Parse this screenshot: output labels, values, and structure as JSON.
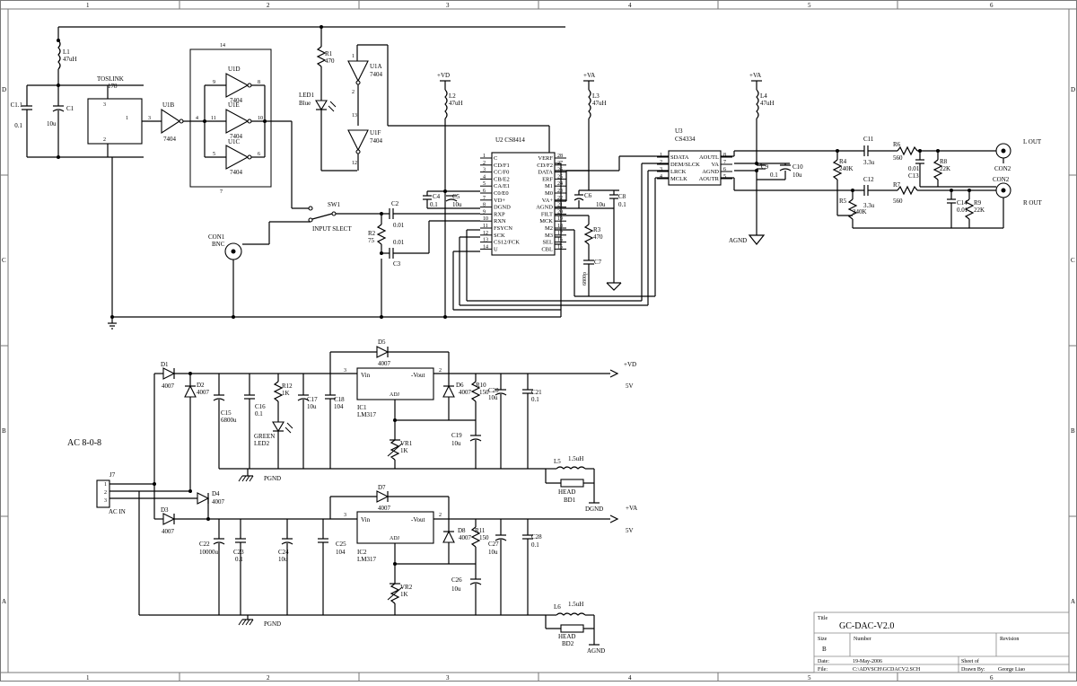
{
  "title_block": {
    "title_label": "Title",
    "title": "GC-DAC-V2.0",
    "size_label": "Size",
    "size": "B",
    "number_label": "Number",
    "revision_label": "Revision",
    "date_label": "Date:",
    "date": "19-May-2006",
    "sheet_label": "Sheet   of",
    "file_label": "File:",
    "file": "C:\\ADVSCH\\GCDACV2.SCH",
    "drawn_label": "Drawn By:",
    "drawn": "George Liao"
  },
  "border": {
    "columns": [
      "1",
      "2",
      "3",
      "4",
      "5",
      "6"
    ],
    "rows": [
      "D",
      "C",
      "B",
      "A"
    ]
  },
  "components": {
    "toslink": {
      "name": "TOSLINK",
      "number": "178",
      "pin3": "3",
      "pin1": "1",
      "pin2": "2"
    },
    "u1b": {
      "name": "U1B",
      "part": "7404",
      "pin3": "3",
      "pin4": "4"
    },
    "u1d": {
      "name": "U1D",
      "part": "7404",
      "pin9": "9",
      "pin8": "8"
    },
    "u1e": {
      "name": "U1E",
      "part": "7404",
      "pin11": "11",
      "pin10": "10"
    },
    "u1c": {
      "name": "U1C",
      "part": "7404",
      "pin5": "5",
      "pin6": "6"
    },
    "u1a": {
      "name": "U1A",
      "part": "7404",
      "pin1": "1",
      "pin2": "2"
    },
    "u1f": {
      "name": "U1F",
      "part": "7404",
      "pin13": "13",
      "pin12": "12"
    },
    "inv_pin14": "14",
    "inv_pin7": "7",
    "l1": {
      "name": "L1",
      "value": "47uH"
    },
    "c11": {
      "name": "C1.1",
      "value": "0.1"
    },
    "c1": {
      "name": "C1",
      "value": "10u"
    },
    "r1": {
      "name": "R1",
      "value": "470"
    },
    "led1": {
      "name": "LED1",
      "value": "Blue"
    },
    "sw1": {
      "name": "SW1",
      "label": "INPUT SLECT"
    },
    "con1": {
      "name": "CON1",
      "type": "BNC"
    },
    "r2": {
      "name": "R2",
      "value": "75"
    },
    "c2": {
      "name": "C2",
      "value": "0.01"
    },
    "c3": {
      "name": "C3",
      "value": "0.01"
    },
    "vd": "+VD",
    "va": "+VA",
    "l2": {
      "name": "L2",
      "value": "47uH"
    },
    "l3": {
      "name": "L3",
      "value": "47uH"
    },
    "l4": {
      "name": "L4",
      "value": "47uH"
    },
    "u2": {
      "name": "U2 CS8414",
      "left_pins": [
        {
          "n": "1",
          "label": "C"
        },
        {
          "n": "2",
          "label": "CD/F1"
        },
        {
          "n": "3",
          "label": "CC/F0"
        },
        {
          "n": "4",
          "label": "CB/E2"
        },
        {
          "n": "5",
          "label": "CA/E1"
        },
        {
          "n": "6",
          "label": "C0/E0"
        },
        {
          "n": "7",
          "label": "VD+"
        },
        {
          "n": "8",
          "label": "DGND"
        },
        {
          "n": "9",
          "label": "RXP"
        },
        {
          "n": "10",
          "label": "RXN"
        },
        {
          "n": "11",
          "label": "FSYCN"
        },
        {
          "n": "12",
          "label": "SCK"
        },
        {
          "n": "13",
          "label": "CS12/FCK"
        },
        {
          "n": "14",
          "label": "U"
        }
      ],
      "right_pins": [
        {
          "n": "28",
          "label": "VERF"
        },
        {
          "n": "27",
          "label": "CD/F2"
        },
        {
          "n": "26",
          "label": "DATA"
        },
        {
          "n": "25",
          "label": "ERF"
        },
        {
          "n": "24",
          "label": "M1"
        },
        {
          "n": "23",
          "label": "M0"
        },
        {
          "n": "22",
          "label": "VA+"
        },
        {
          "n": "21",
          "label": "AGND"
        },
        {
          "n": "20",
          "label": "FILT"
        },
        {
          "n": "19",
          "label": "MCK"
        },
        {
          "n": "18",
          "label": "M2"
        },
        {
          "n": "17",
          "label": "M3"
        },
        {
          "n": "16",
          "label": "SEL"
        },
        {
          "n": "15",
          "label": "CBL"
        }
      ]
    },
    "c4": {
      "name": "C4",
      "value": "0.1"
    },
    "c5": {
      "name": "C5",
      "value": "10u"
    },
    "c6": {
      "name": "C6",
      "value": "10u"
    },
    "c8": {
      "name": "C8",
      "value": "0.1"
    },
    "r3": {
      "name": "R3",
      "value": "470"
    },
    "c7": {
      "name": "C7",
      "value": "6800p"
    },
    "u3": {
      "name": "U3",
      "part": "CS4334",
      "left_pins": [
        {
          "n": "1",
          "label": "SDATA"
        },
        {
          "n": "2",
          "label": "DEM/SLCK"
        },
        {
          "n": "3",
          "label": "LRCK"
        },
        {
          "n": "4",
          "label": "MCLK"
        }
      ],
      "right_pins": [
        {
          "n": "8",
          "label": "AOUTL"
        },
        {
          "n": "7",
          "label": "VA"
        },
        {
          "n": "6",
          "label": "AGND"
        },
        {
          "n": "5",
          "label": "AOUTR"
        }
      ]
    },
    "c9": {
      "name": "C9",
      "value": "0.1"
    },
    "c10": {
      "name": "C10",
      "value": "10u"
    },
    "agnd": "AGND",
    "c11o": {
      "name": "C11",
      "value": "3.3u"
    },
    "c12": {
      "name": "C12",
      "value": "3.3u"
    },
    "r6": {
      "name": "R6",
      "value": "560"
    },
    "r7": {
      "name": "R7",
      "value": "560"
    },
    "r4": {
      "name": "R4",
      "value": "240K"
    },
    "r5": {
      "name": "R5",
      "value": "240K"
    },
    "c13": {
      "name": "C13",
      "value": "0.01"
    },
    "c14": {
      "name": "C14",
      "value": "0.01"
    },
    "r8": {
      "name": "R8",
      "value": "22K"
    },
    "r9": {
      "name": "R9",
      "value": "22K"
    },
    "con2a": {
      "name": "CON2",
      "label": "L OUT"
    },
    "con2b": {
      "name": "CON2",
      "label": "R OUT"
    },
    "ac_label": "AC  8-0-8",
    "j7": {
      "name": "J7",
      "label": "AC IN",
      "pins": [
        "1",
        "2",
        "3"
      ]
    },
    "d1": {
      "name": "D1",
      "value": "4007"
    },
    "d2": {
      "name": "D2",
      "value": "4007"
    },
    "d3": {
      "name": "D3",
      "value": "4007"
    },
    "d4": {
      "name": "D4",
      "value": "4007"
    },
    "d5": {
      "name": "D5",
      "value": "4007"
    },
    "d6": {
      "name": "D6",
      "value": "4007"
    },
    "d7": {
      "name": "D7",
      "value": "4007"
    },
    "d8": {
      "name": "D8",
      "value": "4007"
    },
    "c15": {
      "name": "C15",
      "value": "6800u"
    },
    "c16": {
      "name": "C16",
      "value": "0.1"
    },
    "r12": {
      "name": "R12",
      "value": "1K"
    },
    "led2": {
      "name": "LED2",
      "value": "GREEN"
    },
    "c17": {
      "name": "C17",
      "value": "10u"
    },
    "c18": {
      "name": "C18",
      "value": "104"
    },
    "ic1": {
      "name": "IC1",
      "part": "LM317",
      "vin": "Vin",
      "vout": "-Vout",
      "adj": "ADJ",
      "pin3": "3",
      "pin2": "2"
    },
    "ic2": {
      "name": "IC2",
      "part": "LM317",
      "vin": "Vin",
      "vout": "-Vout",
      "adj": "ADJ",
      "pin3": "3",
      "pin2": "2"
    },
    "r10": {
      "name": "R10",
      "value": "150"
    },
    "r11": {
      "name": "R11",
      "value": "150"
    },
    "c19": {
      "name": "C19",
      "value": "10u"
    },
    "c20": {
      "name": "C20",
      "value": "10u"
    },
    "c21": {
      "name": "C21",
      "value": "0.1"
    },
    "vr1": {
      "name": "VR1",
      "value": "1K"
    },
    "vr2": {
      "name": "VR2",
      "value": "1K"
    },
    "vd_out": "+VD",
    "va_out": "+VA",
    "v5a": "5V",
    "v5b": "5V",
    "l5": {
      "name": "L5",
      "value": "1.5uH"
    },
    "l6": {
      "name": "L6",
      "value": "1.5uH"
    },
    "head1": {
      "label": "HEAD",
      "name": "BD1"
    },
    "head2": {
      "label": "HEAD",
      "name": "BD2"
    },
    "pgnd1": "PGND",
    "pgnd2": "PGND",
    "dgnd": "DGND",
    "agnd2": "AGND",
    "c22": {
      "name": "C22",
      "value": "10000u"
    },
    "c23": {
      "name": "C23",
      "value": "0.1"
    },
    "c24": {
      "name": "C24",
      "value": "10u"
    },
    "c25": {
      "name": "C25",
      "value": "104"
    },
    "c26": {
      "name": "C26",
      "value": "10u"
    },
    "c27": {
      "name": "C27",
      "value": "10u"
    },
    "c28": {
      "name": "C28",
      "value": "0.1"
    }
  }
}
